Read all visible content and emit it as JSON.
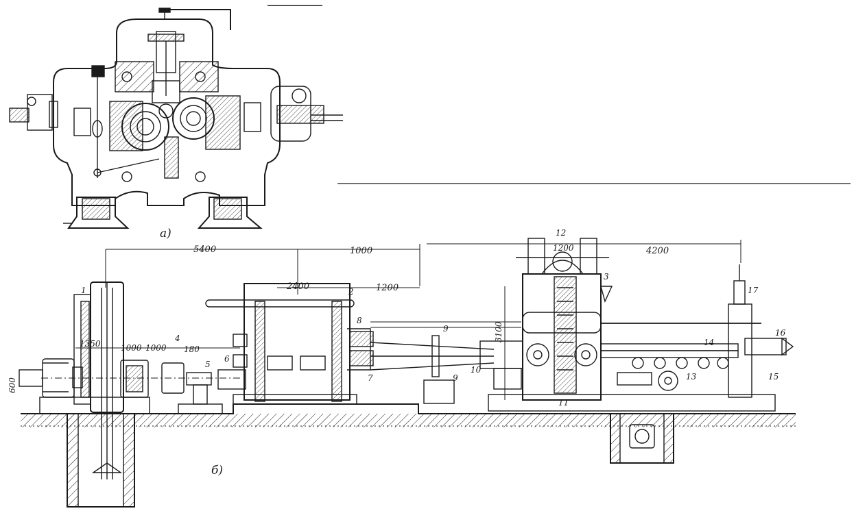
{
  "captions": {
    "view_a": "a)",
    "view_b": "б)"
  },
  "dimensions": {
    "d5400": "5400",
    "d1000_top": "1000",
    "d2400": "2400",
    "d1200_upper": "1200",
    "d4200": "4200",
    "d1200_stand": "1200",
    "d1350": "1350",
    "d1000_a": "1000",
    "d1000_b": "1000",
    "d180": "180",
    "d3100": "3100",
    "d600": "600"
  },
  "parts": {
    "p1": "1",
    "p2": "2",
    "p3": "3",
    "p4": "4",
    "p5": "5",
    "p6": "6",
    "p7": "7",
    "p8": "8",
    "p9a": "9",
    "p9b": "9",
    "p10": "10",
    "p11": "11",
    "p12": "12",
    "p13": "13",
    "p14": "14",
    "p15": "15",
    "p16": "16",
    "p17": "17"
  },
  "colors": {
    "ink": "#1a1a1a",
    "paper": "#ffffff"
  }
}
